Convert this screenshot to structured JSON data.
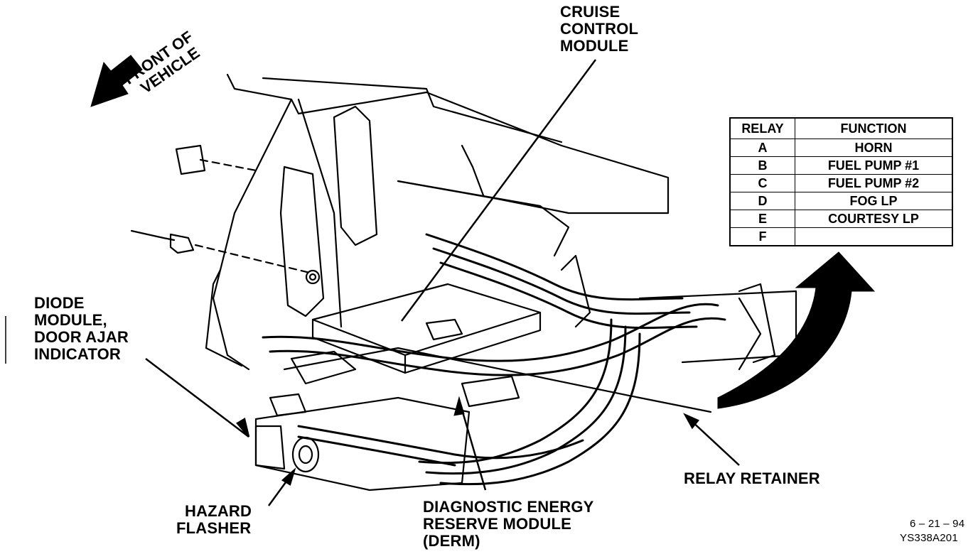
{
  "direction": {
    "lines": [
      "FRONT OF",
      "VEHICLE"
    ]
  },
  "callouts": {
    "cruise": [
      "CRUISE",
      "CONTROL",
      "MODULE"
    ],
    "diode": [
      "DIODE",
      "MODULE,",
      "DOOR AJAR",
      "INDICATOR"
    ],
    "hazard": [
      "HAZARD",
      "FLASHER"
    ],
    "derm": [
      "DIAGNOSTIC ENERGY",
      "RESERVE MODULE",
      "(DERM)"
    ],
    "relay_retainer": "RELAY RETAINER"
  },
  "relay_table": {
    "headers": [
      "RELAY",
      "FUNCTION"
    ],
    "rows": [
      {
        "relay": "A",
        "function": "HORN"
      },
      {
        "relay": "B",
        "function": "FUEL PUMP #1"
      },
      {
        "relay": "C",
        "function": "FUEL PUMP #2"
      },
      {
        "relay": "D",
        "function": "FOG LP"
      },
      {
        "relay": "E",
        "function": "COURTESY LP"
      },
      {
        "relay": "F",
        "function": ""
      }
    ]
  },
  "footer": {
    "date": "6 – 21 – 94",
    "code": "YS338A201"
  }
}
